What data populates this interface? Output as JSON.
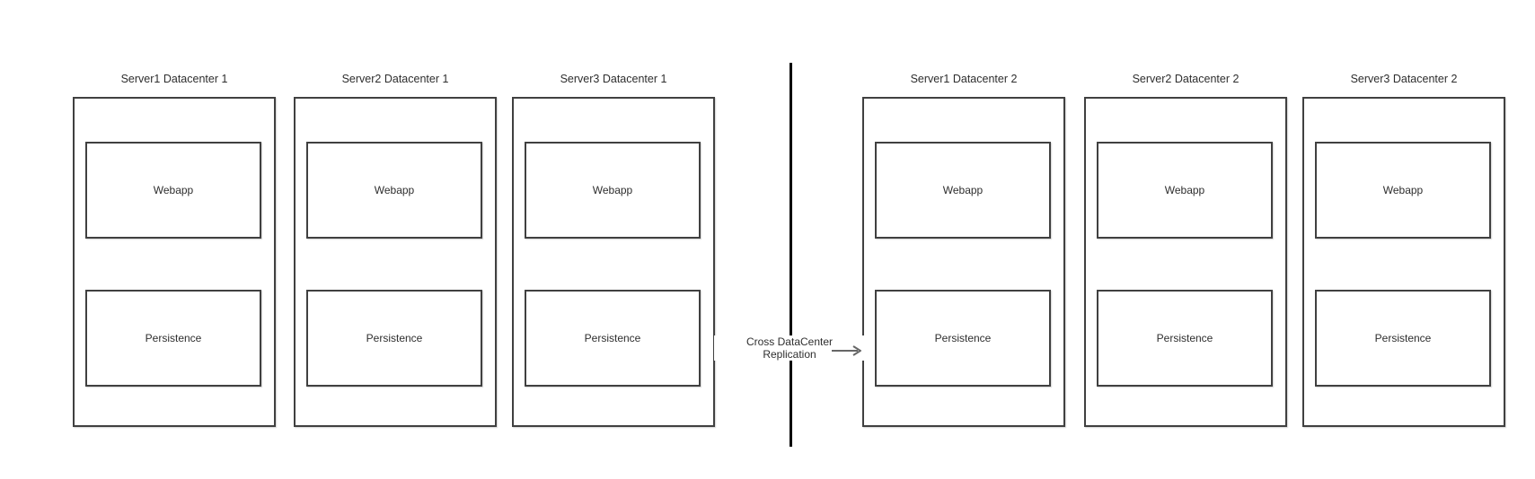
{
  "diagram": {
    "datacenters": [
      {
        "name": "Datacenter 1",
        "servers": [
          {
            "title": "Server1 Datacenter 1",
            "webapp_label": "Webapp",
            "persistence_label": "Persistence"
          },
          {
            "title": "Server2 Datacenter 1",
            "webapp_label": "Webapp",
            "persistence_label": "Persistence"
          },
          {
            "title": "Server3 Datacenter 1",
            "webapp_label": "Webapp",
            "persistence_label": "Persistence"
          }
        ]
      },
      {
        "name": "Datacenter 2",
        "servers": [
          {
            "title": "Server1 Datacenter 2",
            "webapp_label": "Webapp",
            "persistence_label": "Persistence"
          },
          {
            "title": "Server2 Datacenter 2",
            "webapp_label": "Webapp",
            "persistence_label": "Persistence"
          },
          {
            "title": "Server3 Datacenter 2",
            "webapp_label": "Webapp",
            "persistence_label": "Persistence"
          }
        ]
      }
    ],
    "replication": {
      "line1": "Cross DataCenter",
      "line2": "Replication"
    },
    "colors": {
      "background": "#ffffff",
      "box_stroke": "#404040",
      "divider_line": "#000000",
      "arrow": "#666666",
      "text": "#2e2e2e"
    }
  }
}
